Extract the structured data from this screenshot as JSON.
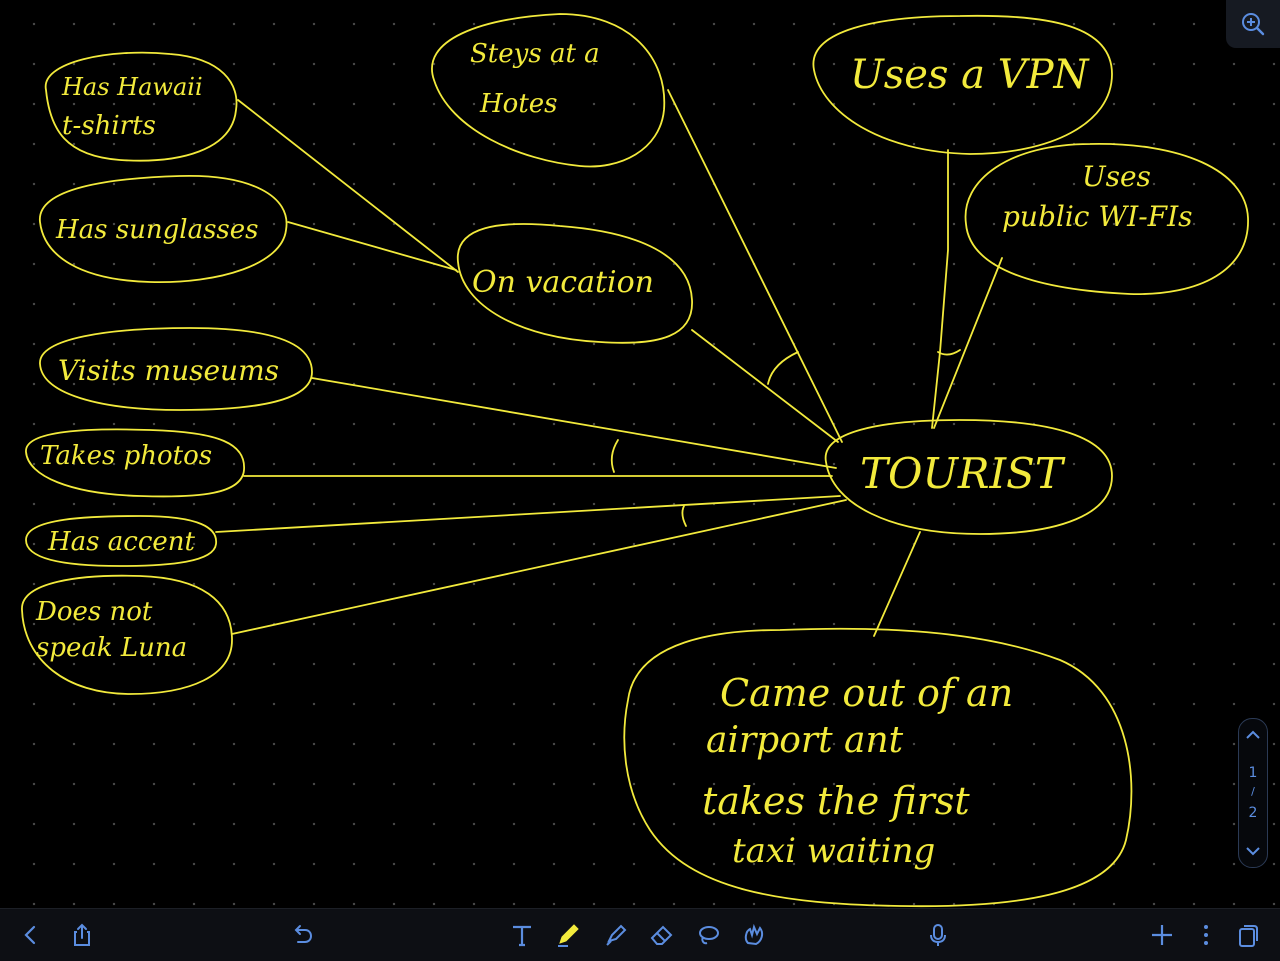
{
  "colors": {
    "ink": "#f2ea3c",
    "background": "#000000",
    "toolbar": "#0d0f14",
    "accent": "#5b8de0"
  },
  "mindmap": {
    "center": "TOURIST",
    "nodes": {
      "hawaii": [
        "Has Hawaii",
        "t-shirts"
      ],
      "stays": [
        "Steys at a",
        "Hotes"
      ],
      "vpn": "Uses a VPN",
      "wifi": [
        "Uses",
        "public WI-FIs"
      ],
      "sunglasses": "Has sunglasses",
      "vacation": "On vacation",
      "museums": "Visits museums",
      "photos": "Takes photos",
      "accent": "Has accent",
      "luna": [
        "Does not",
        "speak Luna"
      ],
      "airport": [
        "Came out of an",
        "airport ant",
        "takes the first",
        "taxi waiting"
      ]
    }
  },
  "pager": {
    "current": "1",
    "separator": "/",
    "total": "2"
  },
  "toolbar": {
    "left": [
      "back-icon",
      "share-icon"
    ],
    "history": [
      "undo-icon"
    ],
    "tools": [
      "text-tool-icon",
      "pen-tool-icon",
      "highlighter-icon",
      "eraser-icon",
      "lasso-icon",
      "shape-tool-icon"
    ],
    "right": [
      "microphone-icon",
      "add-icon",
      "more-icon",
      "pages-icon"
    ]
  }
}
